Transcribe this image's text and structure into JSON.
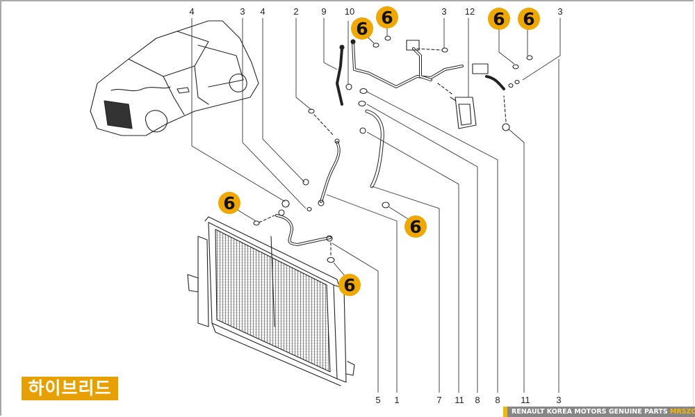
{
  "diagram": {
    "title_badge": "하이브리드",
    "footer": {
      "text": "RENAULT KOREA MOTORS GENUINE PARTS",
      "brand": "MRSZONE"
    },
    "colors": {
      "badge": "#E8A000",
      "callout_circle": "#F0A800",
      "footer_bg": "#868686",
      "footer_accent": "#F2B800"
    },
    "top_callouts": [
      "4",
      "3",
      "4",
      "2",
      "9",
      "10",
      "3",
      "12",
      "3"
    ],
    "bottom_callouts": [
      "5",
      "1",
      "7",
      "11",
      "8",
      "8",
      "11",
      "3"
    ],
    "badges": [
      "6",
      "6",
      "6",
      "6",
      "6",
      "6",
      "6"
    ],
    "parts": [
      "vehicle-overview",
      "radiator-condenser",
      "ac-pipe-assembly",
      "hose-lines",
      "o-rings",
      "nuts",
      "bracket"
    ]
  }
}
